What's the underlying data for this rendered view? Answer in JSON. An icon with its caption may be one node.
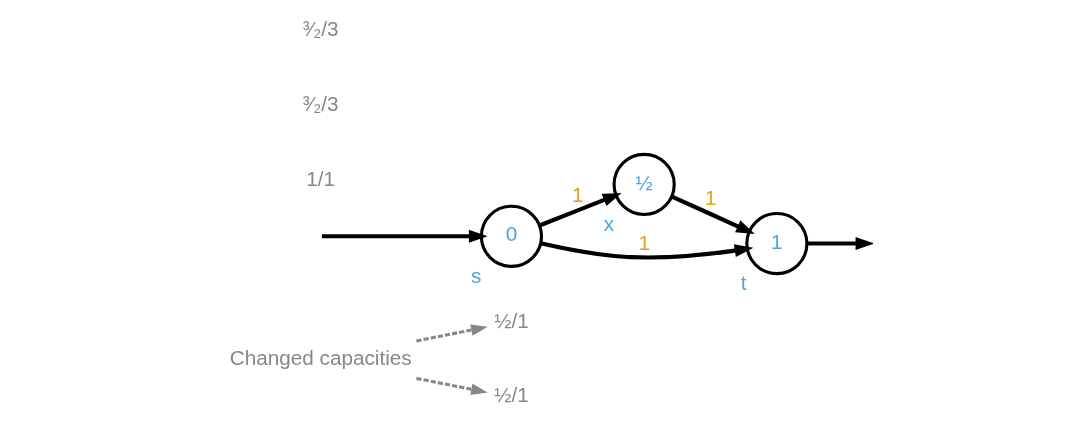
{
  "diagram": {
    "nodes": [
      {
        "text": [
          "Changed capacities"
        ]
      },
      {
        "text": [
          "½/1"
        ]
      },
      {
        "text": [
          "½"
        ],
        "beside": [
          "x"
        ]
      },
      {
        "text": [
          "½/1"
        ]
      },
      {
        "text": [
          "0"
        ],
        "beside": [
          "s"
        ]
      },
      {
        "text": [
          "1"
        ],
        "beside": [
          "t"
        ]
      }
    ],
    "edges": [
      {
        "from": 0,
        "to": 1,
        "arrow": "to",
        "style": "dashed",
        "color": "#888888"
      },
      {
        "from": 0,
        "to": 3,
        "arrow": "to",
        "style": "dashed",
        "color": "#888888"
      },
      {
        "from": 4,
        "to": 2,
        "arrow": "to",
        "label": "1"
      },
      {
        "from": 2,
        "to": 5,
        "arrow": "to",
        "label": "1"
      },
      {
        "from": 4,
        "to": 5,
        "arrow": "to",
        "label": "1"
      },
      {
        "from": null,
        "to": 4,
        "arrow": "to"
      },
      {
        "from": 5,
        "to": null,
        "arrow": "to"
      }
    ],
    "labels": [
      "1/1",
      "³⁄₂/3",
      "³⁄₂/3"
    ]
  }
}
